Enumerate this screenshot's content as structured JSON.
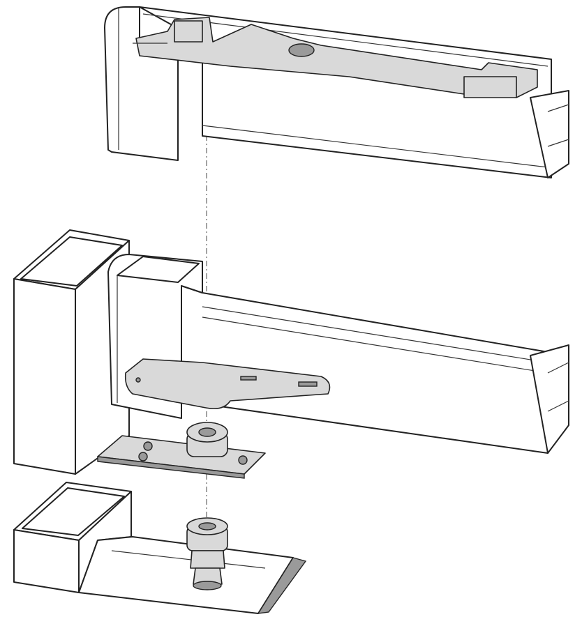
{
  "diagram": {
    "kind": "exploded-view",
    "colors": {
      "line": "#222222",
      "part_fill": "#d9d9d9",
      "background": "#ffffff"
    },
    "parts": [
      "top-rail-with-closer-arm",
      "door-stile-frame",
      "bottom-rail",
      "pivot-arm",
      "pivot-plate",
      "floor-pivot",
      "floor-plate"
    ]
  }
}
